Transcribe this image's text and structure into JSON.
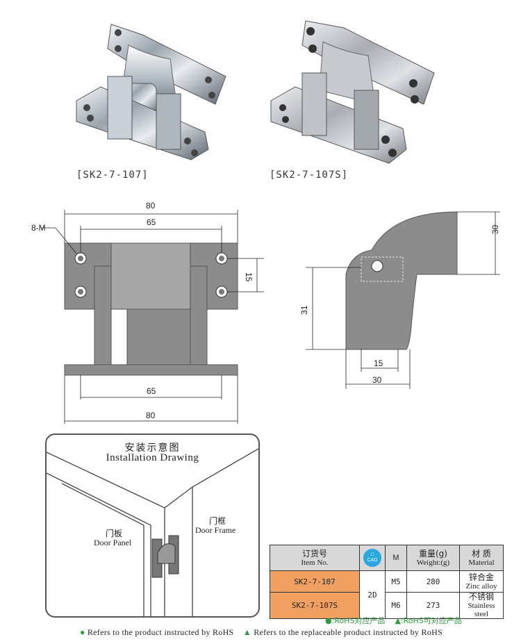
{
  "products": {
    "left_caption": "[SK2-7-107]",
    "right_caption": "[SK2-7-107S]"
  },
  "front_view": {
    "hole_label": "8-M",
    "dim_top_overall": "80",
    "dim_top_hole": "65",
    "dim_side_hole": "15",
    "dim_bottom_hole": "65",
    "dim_bottom_overall": "80"
  },
  "side_view": {
    "dim_height_right": "30",
    "dim_height_left": "31",
    "dim_bottom_hole": "15",
    "dim_bottom_overall": "30"
  },
  "installation": {
    "title_cn": "安装示意图",
    "title_en": "Installation Drawing",
    "door_panel_cn": "门板",
    "door_panel_en": "Door Panel",
    "door_frame_cn": "门框",
    "door_frame_en": "Door Frame"
  },
  "table": {
    "headers": {
      "item_cn": "订货号",
      "item_en": "Item No.",
      "cad_text": "CAD",
      "m": "M",
      "weight_cn": "重量(g)",
      "weight_en": "Weight:(g)",
      "material_cn": "材 质",
      "material_en": "Material"
    },
    "cad_value": "2D",
    "rows": [
      {
        "item": "SK2-7-107",
        "m": "M5",
        "weight": "280",
        "material_cn": "锌合金",
        "material_en": "Zinc alloy"
      },
      {
        "item": "SK2-7-107S",
        "m": "M6",
        "weight": "273",
        "material_cn": "不锈钢",
        "material_en": "Stainless steel"
      }
    ]
  },
  "legend": {
    "rohs_cn": "●:RoHS对应产品",
    "rohs_replace_cn": "▲:RoHS可对应产品",
    "rohs_en": "Refers to the product instructed by RoHS",
    "rohs_replace_en": "Refers to the replaceable product instructed by RoHS",
    "colors": {
      "green": "#2e9b3e",
      "orange": "#f0a162",
      "cad_blue": "#2aa7df"
    }
  }
}
